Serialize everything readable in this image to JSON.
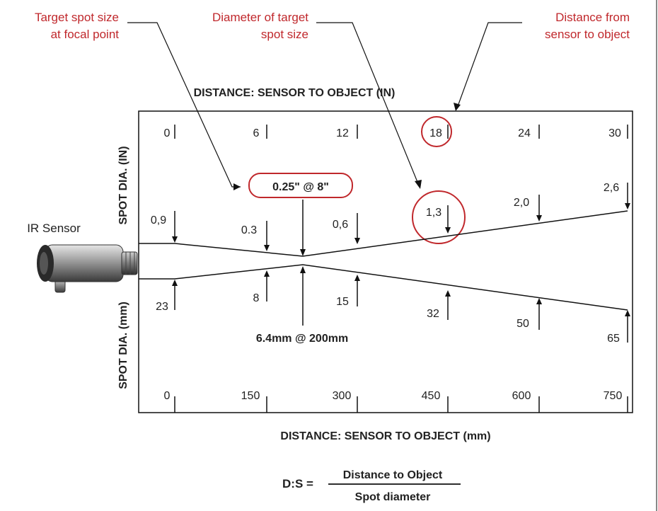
{
  "annotations": {
    "focal_l1": "Target spot size",
    "focal_l2": "at focal point",
    "diameter_l1": "Diameter of target",
    "diameter_l2": "spot size",
    "distance_l1": "Distance from",
    "distance_l2": "sensor to object"
  },
  "title_in": "DISTANCE: SENSOR TO OBJECT (IN)",
  "title_mm": "DISTANCE: SENSOR TO OBJECT (mm)",
  "ylabel_in": "SPOT DIA. (IN)",
  "ylabel_mm": "SPOT DIA. (mm)",
  "sensor_label": "IR Sensor",
  "focal_in": "0.25\" @ 8\"",
  "focal_mm": "6.4mm @ 200mm",
  "ticks_in": [
    "0",
    "6",
    "12",
    "18",
    "24",
    "30"
  ],
  "ticks_mm": [
    "0",
    "150",
    "300",
    "450",
    "600",
    "750"
  ],
  "spots_in": [
    "0,9",
    "0.3",
    "0,6",
    "1,3",
    "2,0",
    "2,6"
  ],
  "spots_mm": [
    "23",
    "8",
    "15",
    "32",
    "50",
    "65"
  ],
  "formula": {
    "lhs": "D:S =",
    "numerator": "Distance to Object",
    "denominator": "Spot diameter"
  },
  "colors": {
    "accent": "#c0282c",
    "ink": "#111111"
  }
}
